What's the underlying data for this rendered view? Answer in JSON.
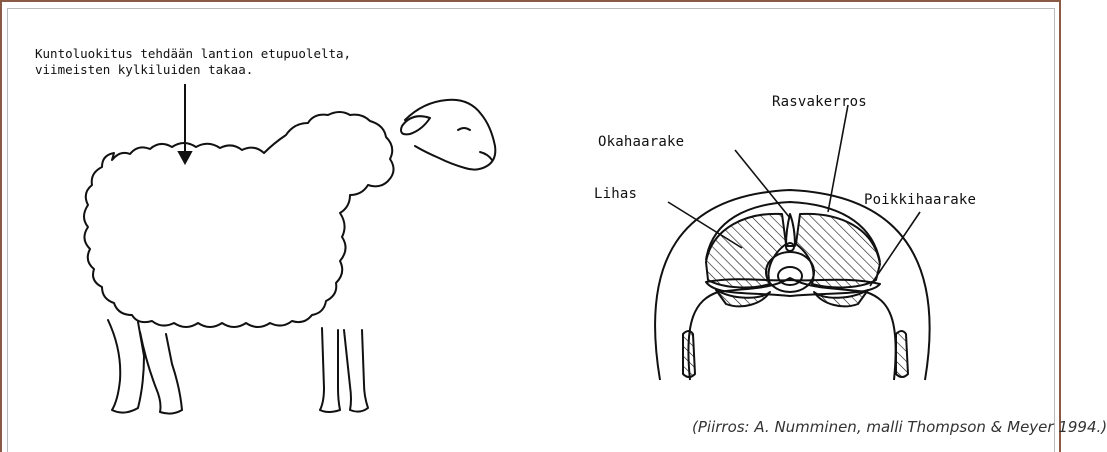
{
  "instruction_line1": "Kuntoluokitus tehdään lantion etupuolelta,",
  "instruction_line2": "viimeisten kylkiluiden takaa.",
  "labels": {
    "rasvakerros": "Rasvakerros",
    "okahaarake": "Okahaarake",
    "lihas": "Lihas",
    "poikkihaarake": "Poikkihaarake"
  },
  "caption": "(Piirros: A. Numminen, malli Thompson & Meyer 1994.)",
  "colors": {
    "border": "#8a5a44",
    "ink": "#111111"
  }
}
